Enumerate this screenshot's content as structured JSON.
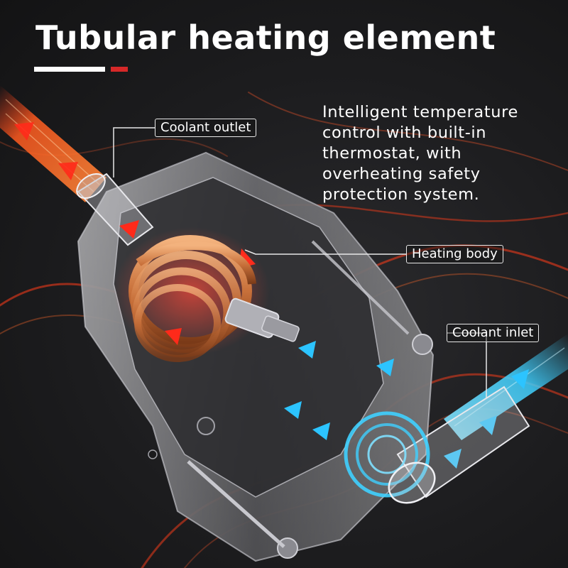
{
  "title": "Tubular heating element",
  "description": {
    "lines": [
      "Intelligent temperature",
      "control with built-in",
      "thermostat, with",
      "overheating safety",
      "protection system."
    ]
  },
  "callouts": {
    "coolant_outlet": "Coolant outlet",
    "heating_body": "Heating body",
    "coolant_inlet": "Coolant inlet"
  },
  "colors": {
    "background": "#1c1c1e",
    "accent_red": "#d62828",
    "hot_flow": "#ff5a1f",
    "cold_flow": "#3fd0ff",
    "copper": "#c8703a",
    "text": "#ffffff"
  }
}
